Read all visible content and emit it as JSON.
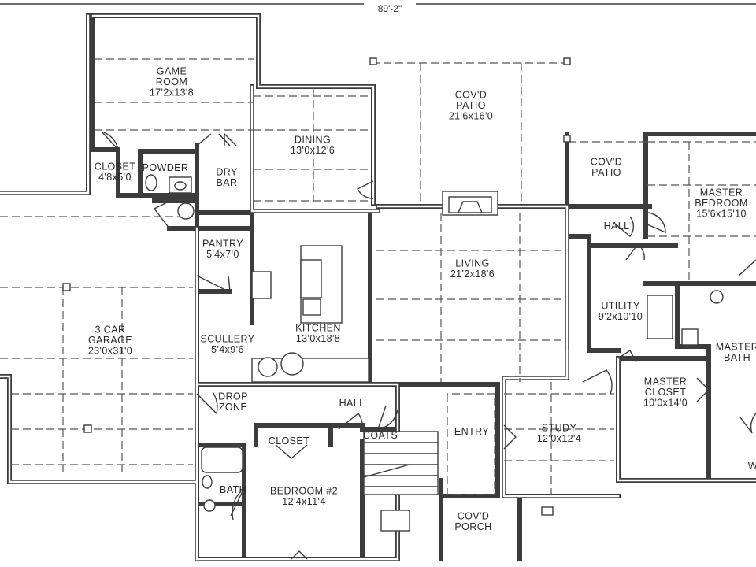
{
  "overall_dimension": "89'-2\"",
  "rooms": [
    {
      "id": "game-room",
      "name": "GAME\nROOM",
      "size": "17'2x13'8"
    },
    {
      "id": "dining",
      "name": "DINING",
      "size": "13'0x12'6"
    },
    {
      "id": "covd-patio-main",
      "name": "COV'D\nPATIO",
      "size": "21'6x16'0"
    },
    {
      "id": "covd-patio-side",
      "name": "COV'D\nPATIO",
      "size": ""
    },
    {
      "id": "master-bedroom",
      "name": "MASTER\nBEDROOM",
      "size": "15'6x15'10"
    },
    {
      "id": "closet-game",
      "name": "CLOSET",
      "size": "4'8x5'0"
    },
    {
      "id": "powder",
      "name": "POWDER",
      "size": ""
    },
    {
      "id": "dry-bar",
      "name": "DRY\nBAR",
      "size": ""
    },
    {
      "id": "hall-master",
      "name": "HALL",
      "size": ""
    },
    {
      "id": "pantry",
      "name": "PANTRY",
      "size": "5'4x7'0"
    },
    {
      "id": "living",
      "name": "LIVING",
      "size": "21'2x18'6"
    },
    {
      "id": "utility",
      "name": "UTILITY",
      "size": "9'2x10'10"
    },
    {
      "id": "master-bath",
      "name": "MASTER\nBATH",
      "size": ""
    },
    {
      "id": "garage",
      "name": "3 CAR\nGARAGE",
      "size": "23'0x31'0"
    },
    {
      "id": "kitchen",
      "name": "KITCHEN",
      "size": "13'0x18'8"
    },
    {
      "id": "scullery",
      "name": "SCULLERY",
      "size": "5'4x9'6"
    },
    {
      "id": "master-closet",
      "name": "MASTER\nCLOSET",
      "size": "10'0x14'0"
    },
    {
      "id": "drop-zone",
      "name": "DROP\nZONE",
      "size": ""
    },
    {
      "id": "hall-main",
      "name": "HALL",
      "size": ""
    },
    {
      "id": "closet-bed2",
      "name": "CLOSET",
      "size": ""
    },
    {
      "id": "coats",
      "name": "COATS",
      "size": ""
    },
    {
      "id": "entry",
      "name": "ENTRY",
      "size": ""
    },
    {
      "id": "study",
      "name": "STUDY",
      "size": "12'0x12'4"
    },
    {
      "id": "bath-2",
      "name": "BATH",
      "size": ""
    },
    {
      "id": "bedroom-2",
      "name": "BEDROOM #2",
      "size": "12'4x11'4"
    },
    {
      "id": "covd-porch",
      "name": "COV'D\nPORCH",
      "size": ""
    },
    {
      "id": "wic-partial",
      "name": "W",
      "size": ""
    }
  ]
}
